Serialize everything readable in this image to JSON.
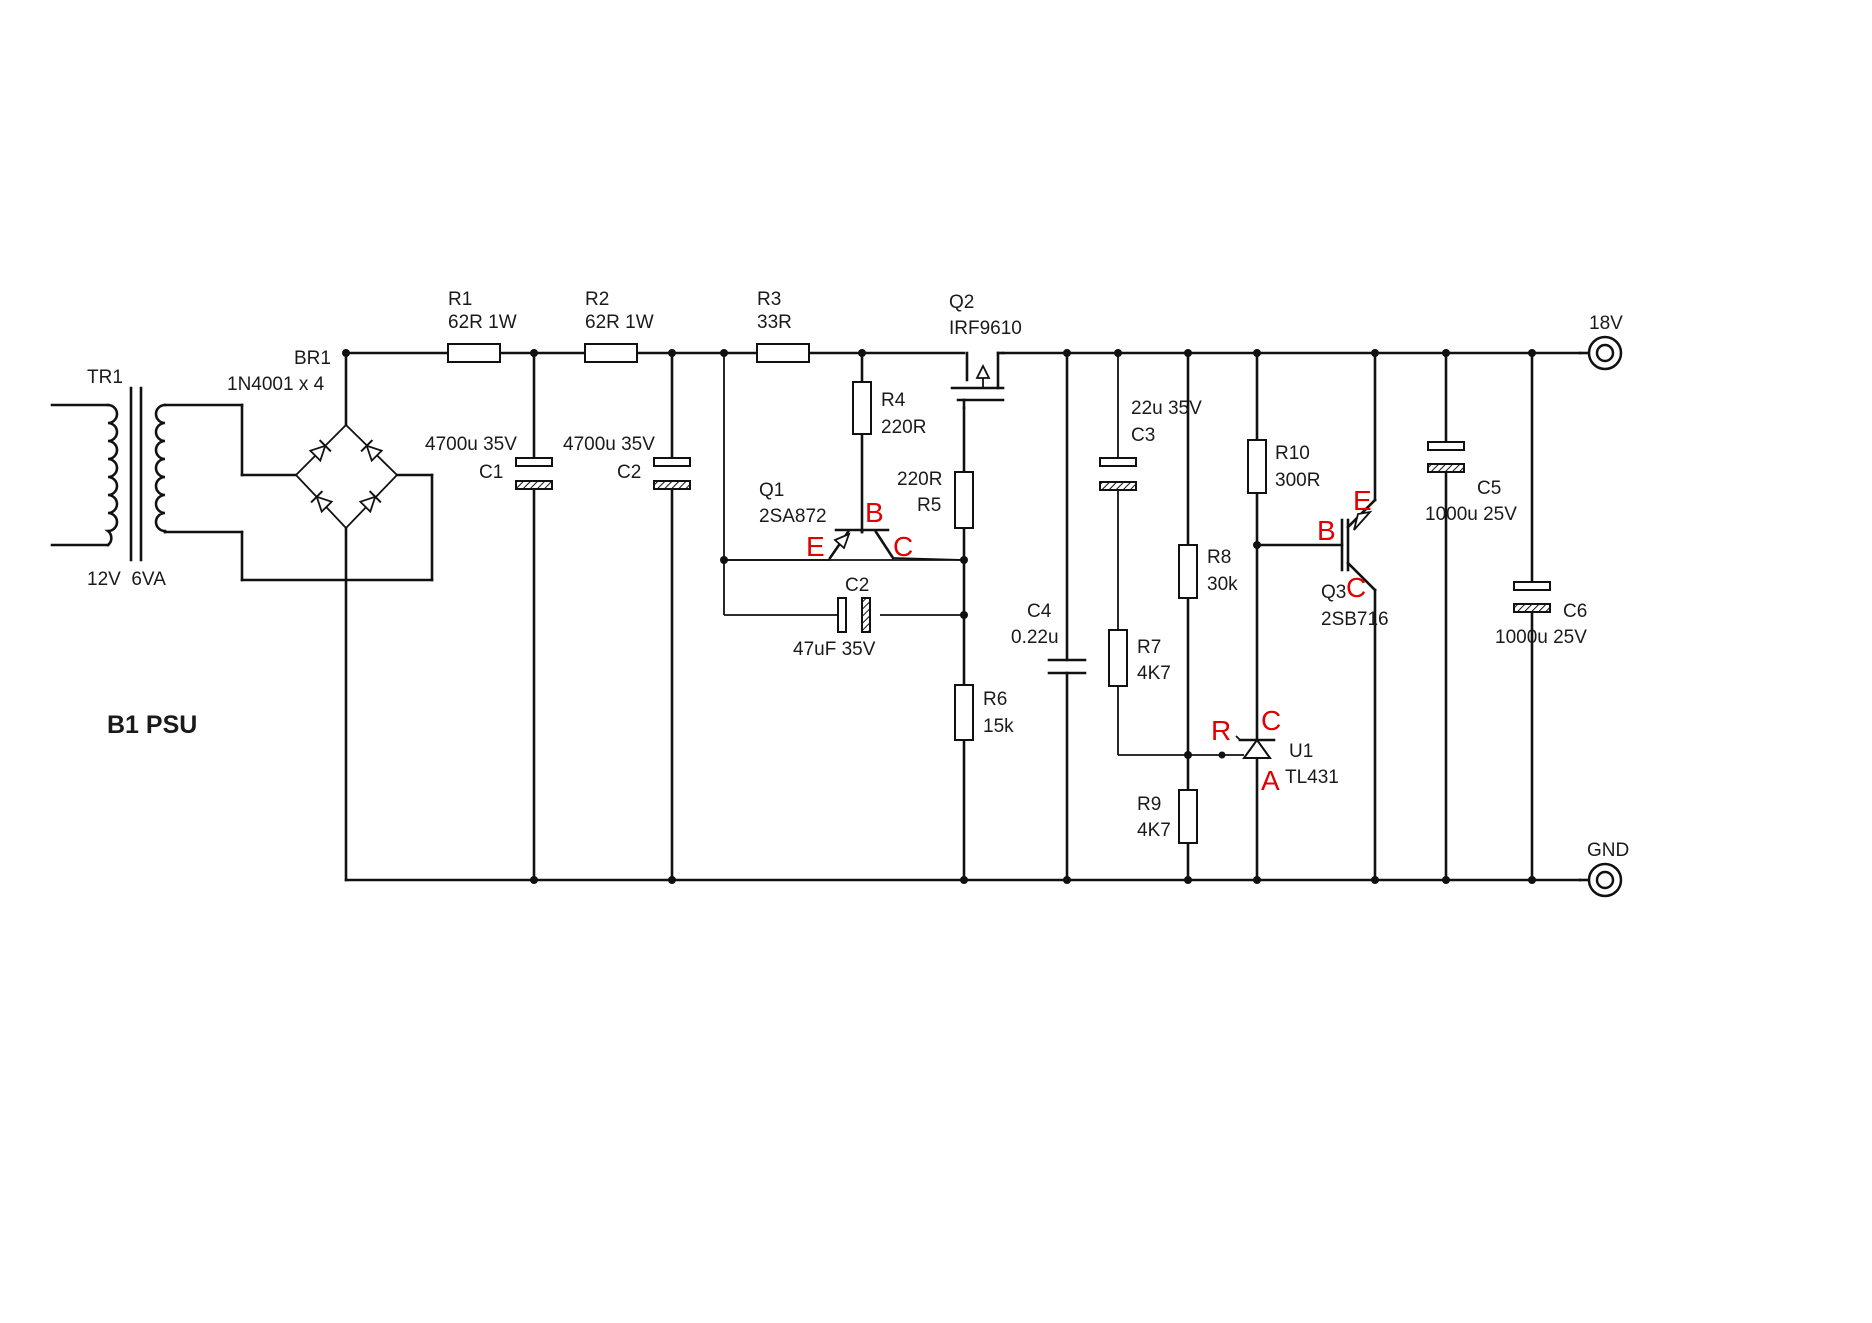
{
  "title": "B1 PSU",
  "components": {
    "tr1": {
      "ref": "TR1",
      "value": "12V  6VA"
    },
    "br1": {
      "ref": "BR1",
      "value": "1N4001 x 4"
    },
    "r1": {
      "ref": "R1",
      "value": "62R 1W"
    },
    "r2": {
      "ref": "R2",
      "value": "62R 1W"
    },
    "r3": {
      "ref": "R3",
      "value": "33R"
    },
    "r4": {
      "ref": "R4",
      "value": "220R"
    },
    "r5": {
      "ref": "R5",
      "value": "220R"
    },
    "r6": {
      "ref": "R6",
      "value": "15k"
    },
    "r7": {
      "ref": "R7",
      "value": "4K7"
    },
    "r8": {
      "ref": "R8",
      "value": "30k"
    },
    "r9": {
      "ref": "R9",
      "value": "4K7"
    },
    "r10": {
      "ref": "R10",
      "value": "300R"
    },
    "c1": {
      "ref": "C1",
      "value": "4700u 35V"
    },
    "c2": {
      "ref": "C2",
      "value": "4700u 35V"
    },
    "c2b": {
      "ref": "C2",
      "value": "47uF 35V"
    },
    "c3": {
      "ref": "C3",
      "value": "22u 35V"
    },
    "c4": {
      "ref": "C4",
      "value": "0.22u"
    },
    "c5": {
      "ref": "C5",
      "value": "1000u 25V"
    },
    "c6": {
      "ref": "C6",
      "value": "1000u 25V"
    },
    "q1": {
      "ref": "Q1",
      "value": "2SA872"
    },
    "q2": {
      "ref": "Q2",
      "value": "IRF9610"
    },
    "q3": {
      "ref": "Q3",
      "value": "2SB716"
    },
    "u1": {
      "ref": "U1",
      "value": "TL431"
    }
  },
  "terminals": {
    "out": "18V",
    "gnd": "GND"
  },
  "pin_labels": {
    "q1": {
      "b": "B",
      "e": "E",
      "c": "C"
    },
    "q3": {
      "b": "B",
      "e": "E",
      "c": "C"
    },
    "u1": {
      "r": "R",
      "c": "C",
      "a": "A"
    }
  },
  "colors": {
    "wire": "#111111",
    "pin_label": "#e00000"
  }
}
